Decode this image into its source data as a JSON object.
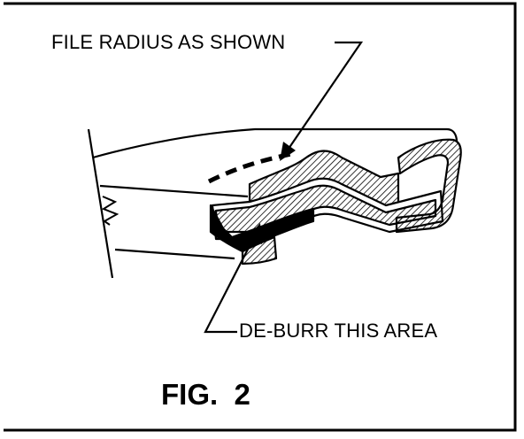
{
  "labels": {
    "file_radius": "FILE RADIUS AS SHOWN",
    "deburr": "DE-BURR THIS AREA",
    "figure_caption": "FIG.  2"
  },
  "colors": {
    "ink": "#000000",
    "paper": "#ffffff"
  }
}
